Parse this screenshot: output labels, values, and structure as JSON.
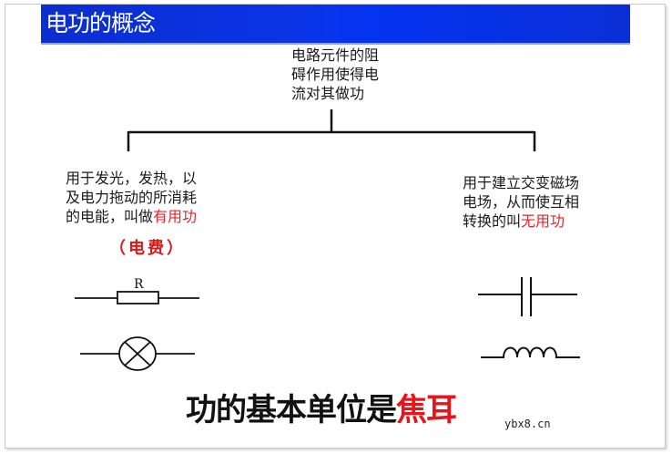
{
  "slide": {
    "title": "电功的概念",
    "colors": {
      "title_bar": "#0a34e6",
      "title_text": "#ffffff",
      "highlight_red": "#e0262b"
    }
  },
  "diagram": {
    "root": {
      "text": "电路元件的阻碍作用使得电流对其做功",
      "lines": [
        "电路元件的阻",
        "碍作用使得电",
        "流对其做功"
      ]
    },
    "left_branch": {
      "lines": [
        "用于发光，发热，以",
        "及电力拖动的所消耗"
      ],
      "line3_prefix": "的电能，叫做",
      "highlight": "有用功",
      "note": "（电费）",
      "symbols": [
        {
          "name": "resistor",
          "label": "R"
        },
        {
          "name": "lamp"
        }
      ]
    },
    "right_branch": {
      "lines": [
        "用于建立交变磁场",
        "电场，从而使互相"
      ],
      "line3_prefix": "转换的叫",
      "highlight": "无用功",
      "symbols": [
        {
          "name": "capacitor"
        },
        {
          "name": "inductor"
        }
      ]
    }
  },
  "conclusion": {
    "prefix": "功的基本单位是",
    "highlight": "焦耳"
  },
  "watermark": "ybx8.cn"
}
